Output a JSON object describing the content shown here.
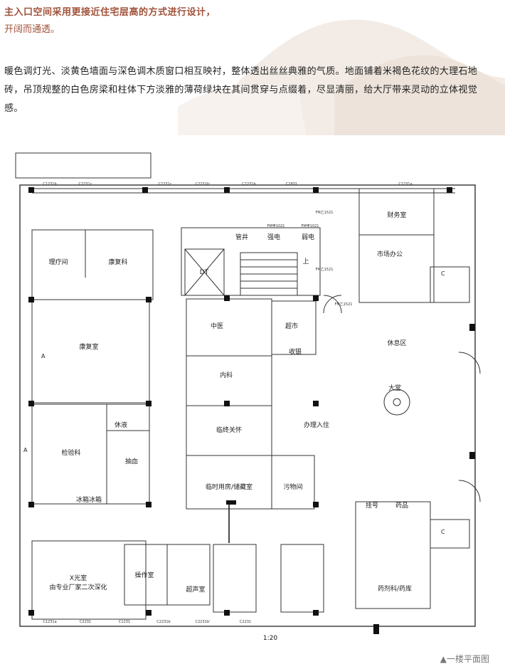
{
  "header": {
    "headline": "主入口空间采用更接近住宅层高的方式进行设计，",
    "subhead": "开阔而通透。"
  },
  "body": {
    "paragraph": "暖色调灯光、淡黄色墙面与深色调木质窗口相互映衬，整体透出丝丝典雅的气质。地面铺着米褐色花纹的大理石地砖，吊顶规整的白色房梁和柱体下方淡雅的薄荷绿块在其间贯穿与点缀着，尽显清丽，给大厅带来灵动的立体视觉感。"
  },
  "floorplan": {
    "rooms": {
      "therapy": "理疗间",
      "rehab_dept": "康复科",
      "rehab_room": "康复室",
      "pipe_shaft": "管井",
      "strong_elec": "强电",
      "weak_elec": "弱电",
      "finance": "财务室",
      "marketing": "市场办公",
      "tcm": "中医",
      "supermarket": "超市",
      "cashier": "收银",
      "lounge": "休息区",
      "lobby": "大堂",
      "internal": "内科",
      "hospice": "临终关怀",
      "checkin": "办理入住",
      "infusion": "休液",
      "blood_draw": "抽血",
      "lab": "检验科",
      "fridge": "冰箱冰箱",
      "temp_storage": "临时用房/储藏室",
      "dirty": "污物间",
      "register": "挂号",
      "pharmacy_window": "药品",
      "pharmacy": "药剂科/药库",
      "xray": "X光室",
      "xray_note": "由专业厂家二次深化",
      "operation": "操作室",
      "ultrasound": "超声室",
      "up": "上"
    },
    "door_codes": [
      "FM甲1021",
      "FM甲1021",
      "FM乙1521",
      "FM乙1521",
      "FM乙1521"
    ],
    "window_codes": [
      "C1231b",
      "C2231c",
      "C2231c",
      "C2231b'",
      "C2231b",
      "C2831",
      "C1231a",
      "C1231a",
      "C2231",
      "C1231",
      "C2231b",
      "C2231b'",
      "C2231"
    ],
    "elevator": "DT",
    "cabinet_labels": [
      "A",
      "C",
      "A",
      "C"
    ],
    "scale": "1:20",
    "caption": "▲一楼平面图"
  }
}
